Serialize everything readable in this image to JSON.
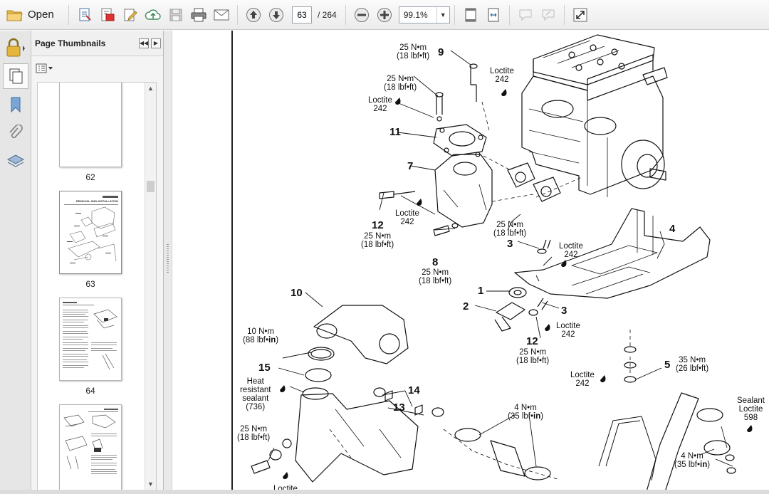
{
  "toolbar": {
    "open_label": "Open",
    "current_page": "63",
    "page_total": "/ 264",
    "zoom": "99.1%"
  },
  "sidebar": {
    "title": "Page Thumbnails",
    "thumbnails": [
      {
        "label": "62"
      },
      {
        "label": "63"
      },
      {
        "label": "64"
      },
      {
        "label": ""
      }
    ],
    "thumb63_heading": "REMOVAL AND INSTALLATION"
  },
  "diagram": {
    "callouts": {
      "c1": "1",
      "c2": "2",
      "c3a": "3",
      "c3b": "3",
      "c4": "4",
      "c5": "5",
      "c7": "7",
      "c8": "8",
      "c9": "9",
      "c10": "10",
      "c11": "11",
      "c12a": "12",
      "c12b": "12",
      "c13": "13",
      "c14": "14",
      "c15": "15"
    },
    "torque": {
      "t9_nm": "25 N•m",
      "t9_lb": "(18 lbf•ft)",
      "t11_nm": "25 N•m",
      "t11_lb": "(18 lbf•ft)",
      "t12a_nm": "25 N•m",
      "t12a_lb": "(18 lbf•ft)",
      "t7_nm": "25 N•m",
      "t7_lb": "(18 lbf•ft)",
      "t8_nm": "25 N•m",
      "t8_lb": "(18 lbf•ft)",
      "t12b_nm": "25 N•m",
      "t12b_lb": "(18 lbf•ft)",
      "t5_nm": "35 N•m",
      "t5_lb": "(26 lbf•ft)",
      "t10_nm": "10 N•m",
      "t10_lb_pre": "(88 lbf•",
      "t10_lb_in": "in",
      "t10_lb_post": ")",
      "t13_nm": "4 N•m",
      "t13_lb_pre": "(35 lbf•",
      "t13_lb_in": "in",
      "t13_lb_post": ")",
      "t16_nm": "4 N•m",
      "t16_lb_pre": "(35 lbf•",
      "t16_lb_in": "in",
      "t16_lb_post": ")",
      "t_bottom_nm": "25 N•m",
      "t_bottom_lb": "(18 lbf•ft)"
    },
    "sealants": {
      "l1_a": "Loctite",
      "l1_b": "242",
      "l2_a": "Loctite",
      "l2_b": "242",
      "l3_a": "Loctite",
      "l3_b": "242",
      "l4_a": "Loctite",
      "l4_b": "242",
      "l5_a": "Loctite",
      "l5_b": "242",
      "l6_a": "Loctite",
      "l6_b": "242",
      "heat_a": "Heat",
      "heat_b": "resistant",
      "heat_c": "sealant",
      "heat_d": "(736)",
      "s598_a": "Sealant",
      "s598_b": "Loctite",
      "s598_c": "598",
      "bottom_loctite": "Loctite"
    }
  }
}
